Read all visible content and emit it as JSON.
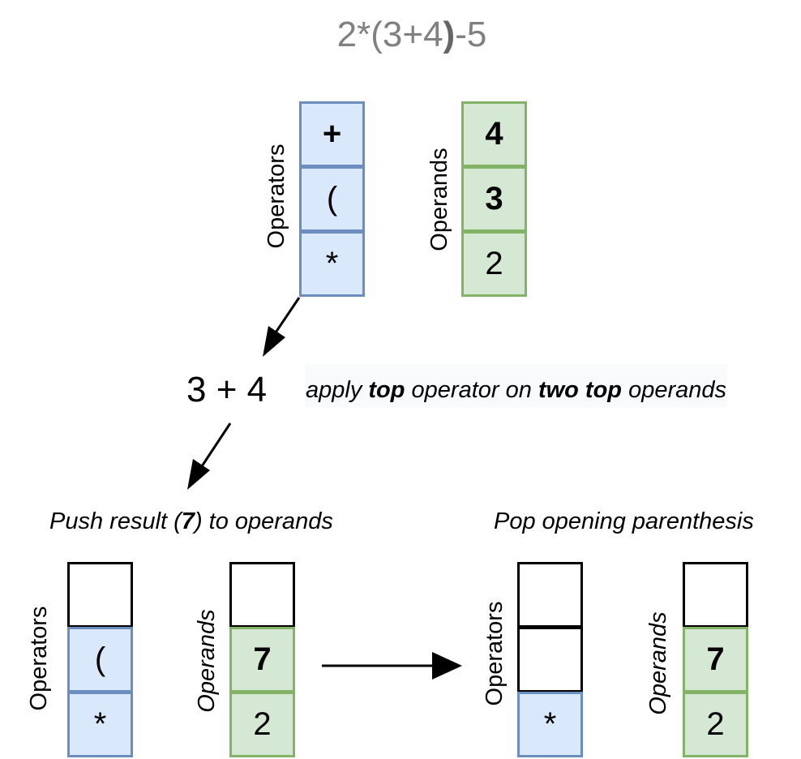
{
  "title": {
    "before": "2*(3+4",
    "paren": ")",
    "after": "-5"
  },
  "top": {
    "operators_label": "Operators",
    "operands_label": "Operands",
    "operators": [
      "+",
      "(",
      "*"
    ],
    "operands": [
      "4",
      "3",
      "2"
    ]
  },
  "middle": {
    "expression": "3 + 4",
    "note": {
      "p1": "apply ",
      "p2": "top",
      "p3": " operator on ",
      "p4": "two top",
      "p5": " operands"
    }
  },
  "left": {
    "caption": {
      "p1": "Push result (",
      "p2": "7",
      "p3": ") to operands"
    },
    "operators_label": "Operators",
    "operands_label": "Operands",
    "operators": [
      "",
      "(",
      "*"
    ],
    "operands": [
      "",
      "7",
      "2"
    ]
  },
  "right": {
    "caption": "Pop opening parenthesis",
    "operators_label": "Operators",
    "operands_label": "Operands",
    "operators": [
      "",
      "",
      "*"
    ],
    "operands": [
      "",
      "7",
      "2"
    ]
  },
  "colors": {
    "operator_fill": "#dae8fc",
    "operator_border": "#6c8ebf",
    "operand_fill": "#d5e8d4",
    "operand_border": "#82b366",
    "title_gray": "#808080"
  }
}
